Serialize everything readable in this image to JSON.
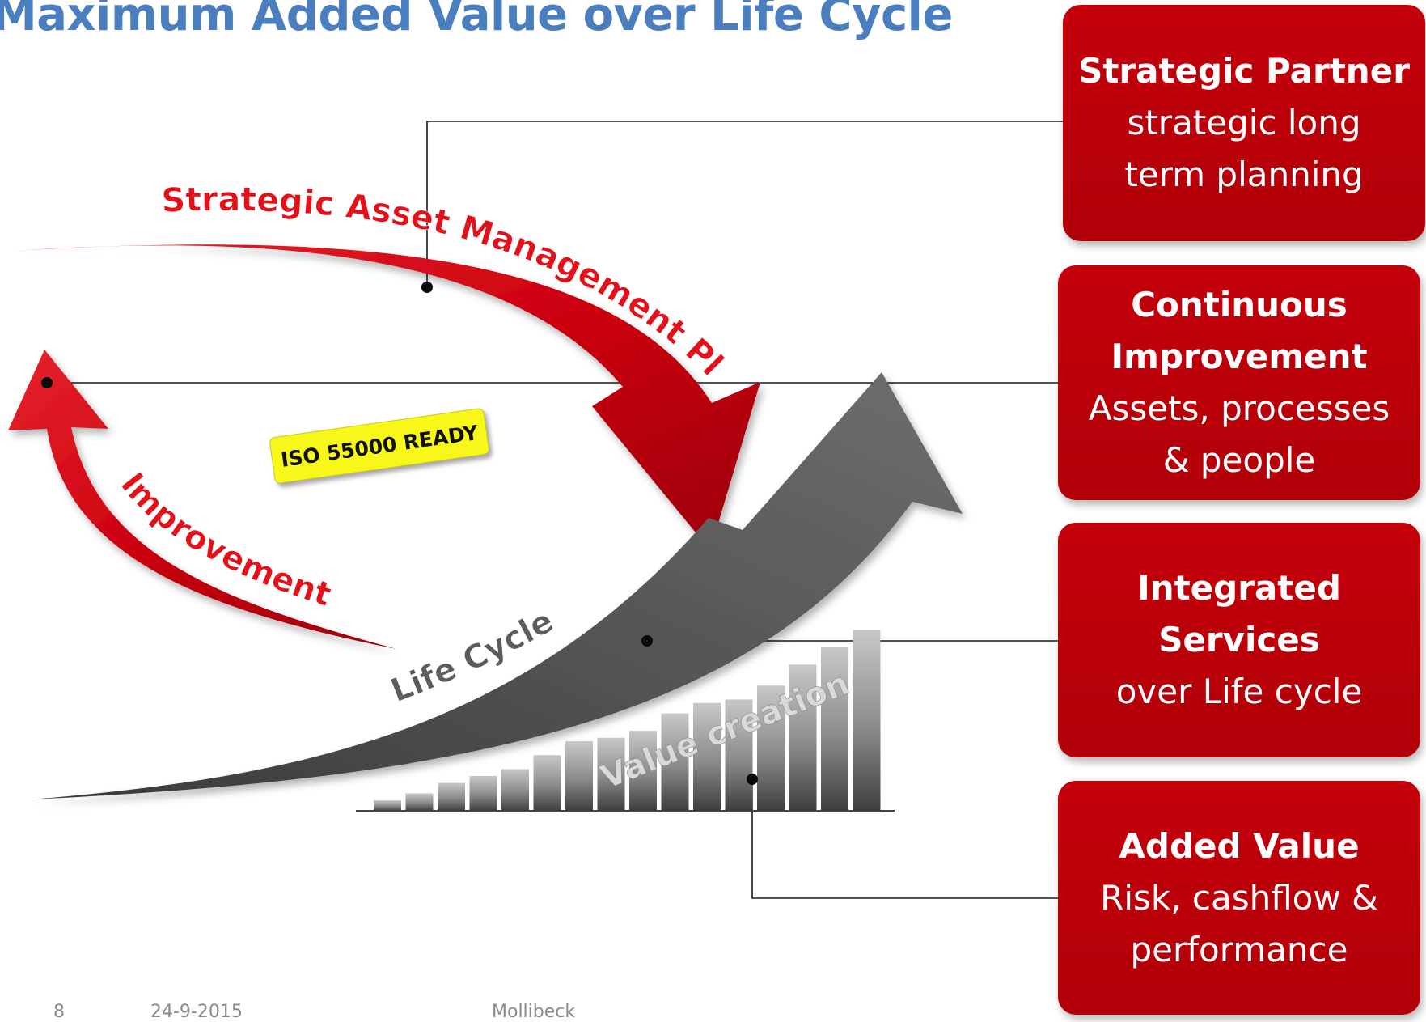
{
  "title": "Maximum Added Value over Life Cycle",
  "curves": {
    "strategic_plan_label": "Strategic Asset Management Plan",
    "improvement_label": "Improvement",
    "life_cycle_label": "Life Cycle",
    "value_creation_label": "Value creation"
  },
  "badge": {
    "text": "ISO 55000 READY"
  },
  "value_bars": [
    3,
    5,
    8,
    10,
    12,
    16,
    20,
    21,
    23,
    28,
    31,
    32,
    36,
    42,
    47,
    52
  ],
  "boxes": {
    "strategic_partner": {
      "title": "Strategic Partner",
      "lines": [
        "strategic long",
        "term planning"
      ]
    },
    "continuous_improvement": {
      "title_lines": [
        "Continuous",
        "Improvement"
      ],
      "lines": [
        "Assets, processes",
        "& people"
      ]
    },
    "integrated_services": {
      "title_lines": [
        "Integrated",
        "Services"
      ],
      "lines": [
        "over Life cycle"
      ]
    },
    "added_value": {
      "title": "Added Value",
      "lines": [
        "Risk, cashflow &",
        "performance"
      ]
    }
  },
  "footer": {
    "page": "8",
    "date": "24-9-2015",
    "brand": "Mollibeck"
  },
  "colors": {
    "title": "#4a7ebf",
    "red": "#c4000b",
    "gray": "#5c5c5c",
    "badge": "#f7f71a"
  }
}
